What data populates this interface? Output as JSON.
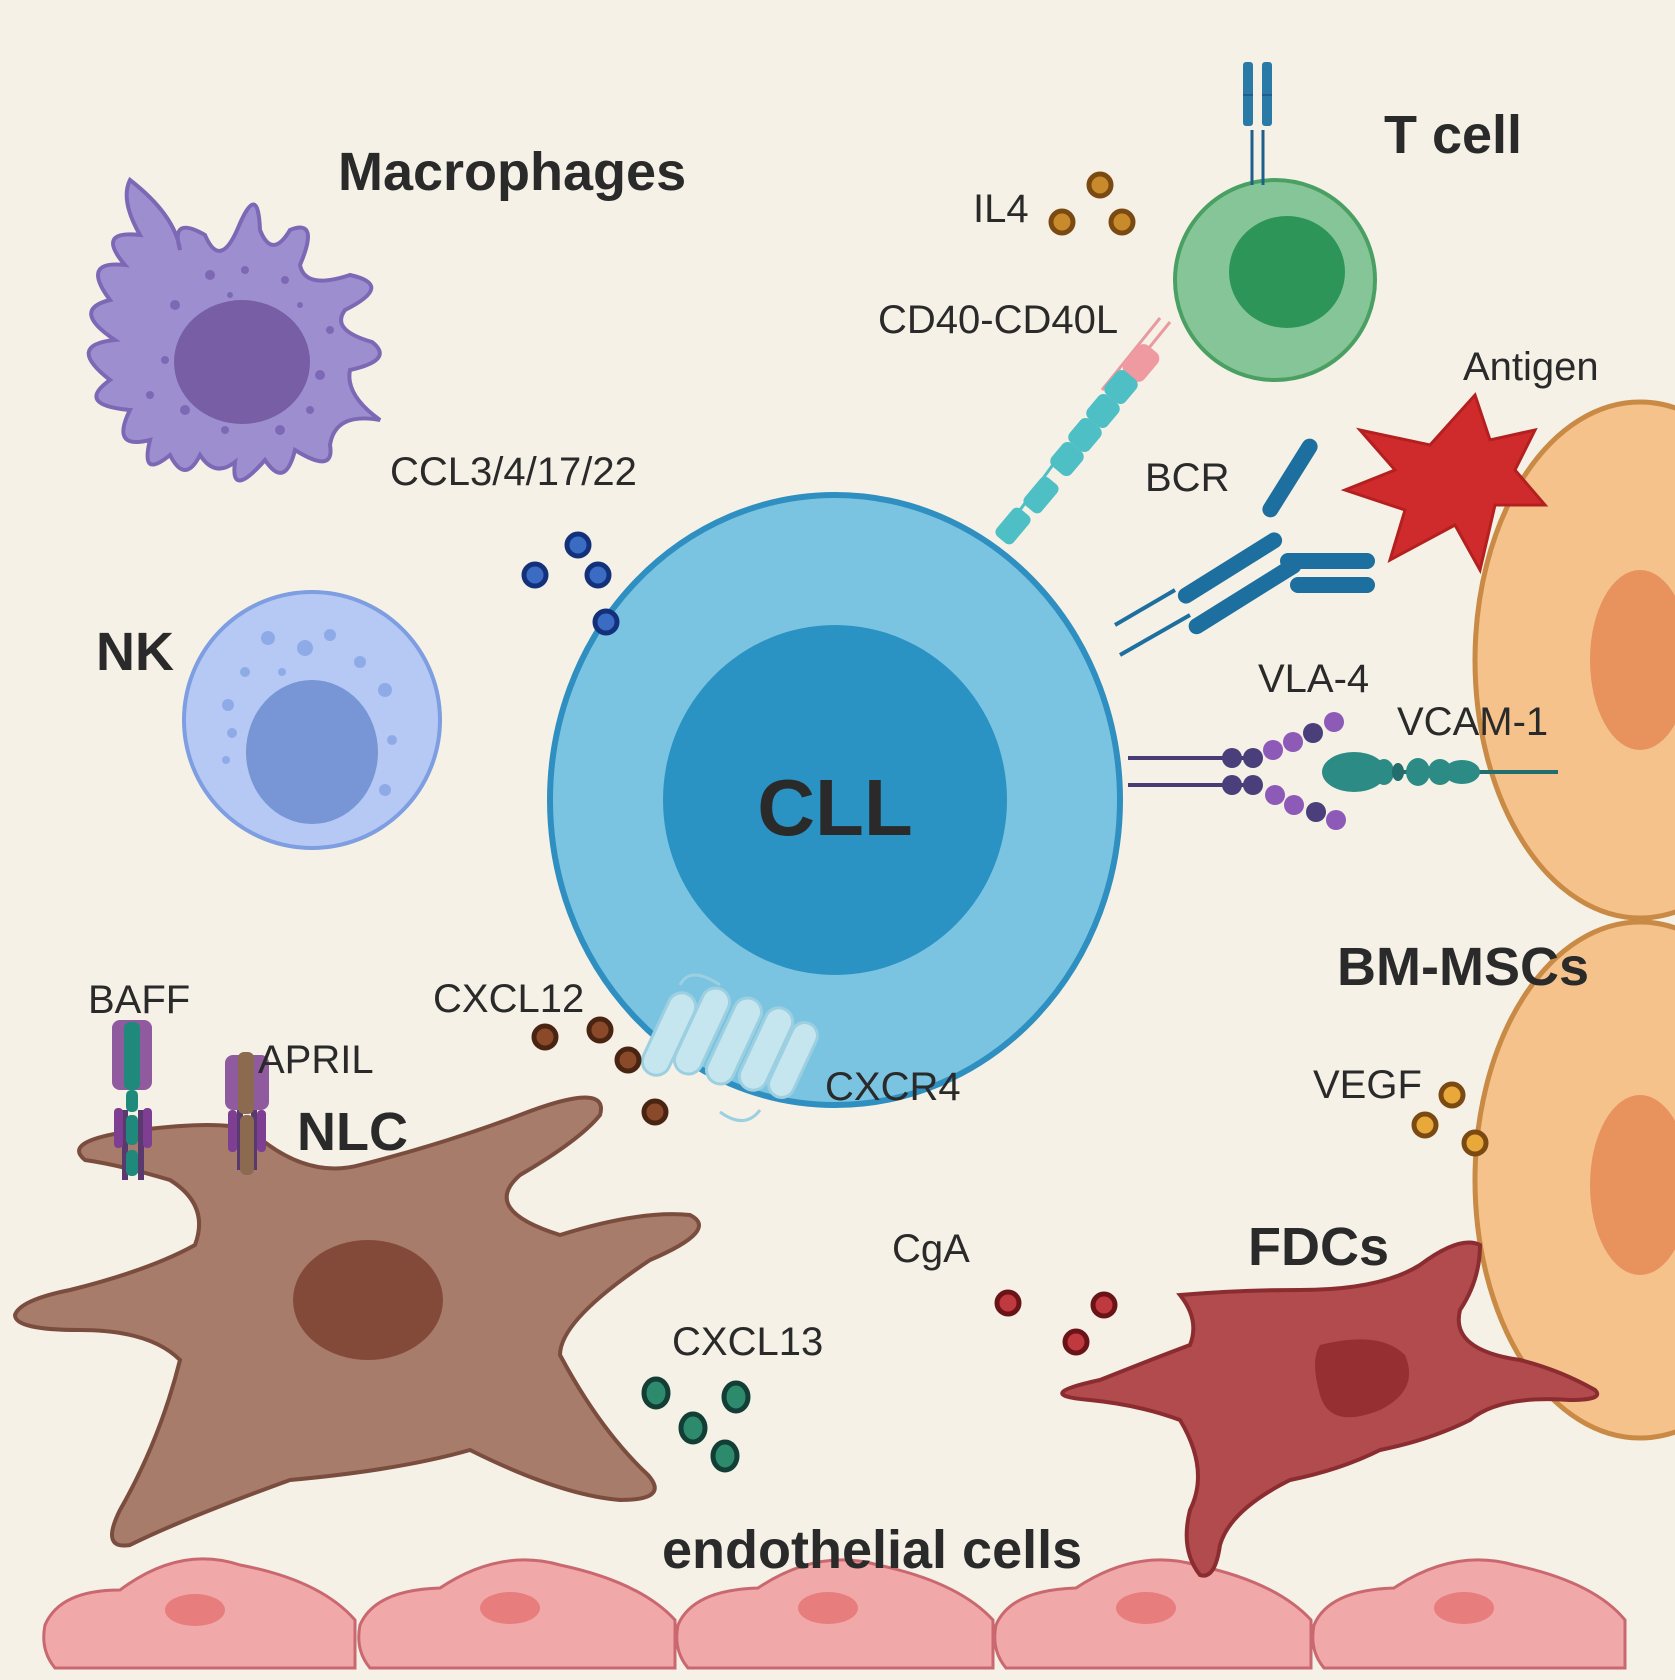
{
  "labels": {
    "macrophages": "Macrophages",
    "nk": "NK",
    "t_cell": "T cell",
    "cll": "CLL",
    "nlc": "NLC",
    "fdcs": "FDCs",
    "bm_mscs": "BM-MSCs",
    "endothelial_cells": "endothelial cells",
    "il4": "IL4",
    "cd40_cd40l": "CD40-CD40L",
    "antigen": "Antigen",
    "bcr": "BCR",
    "ccl": "CCL3/4/17/22",
    "vla4": "VLA-4",
    "vcam1": "VCAM-1",
    "baff": "BAFF",
    "april": "APRIL",
    "cxcl12": "CXCL12",
    "cxcr4": "CXCR4",
    "vegf": "VEGF",
    "cga": "CgA",
    "cxcl13": "CXCL13"
  },
  "colors": {
    "background": "#f5f1e6",
    "cll_membrane": "#7ac4e2",
    "cll_nucleus": "#2b93c3",
    "macrophage": "#9d8fcf",
    "nk": "#b6c8f4",
    "t_cell": "#86c598",
    "nlc": "#a87c6b",
    "fdc": "#b14b4e",
    "bm_msc": "#f4c28a",
    "endothelial": "#f1a8a8"
  }
}
